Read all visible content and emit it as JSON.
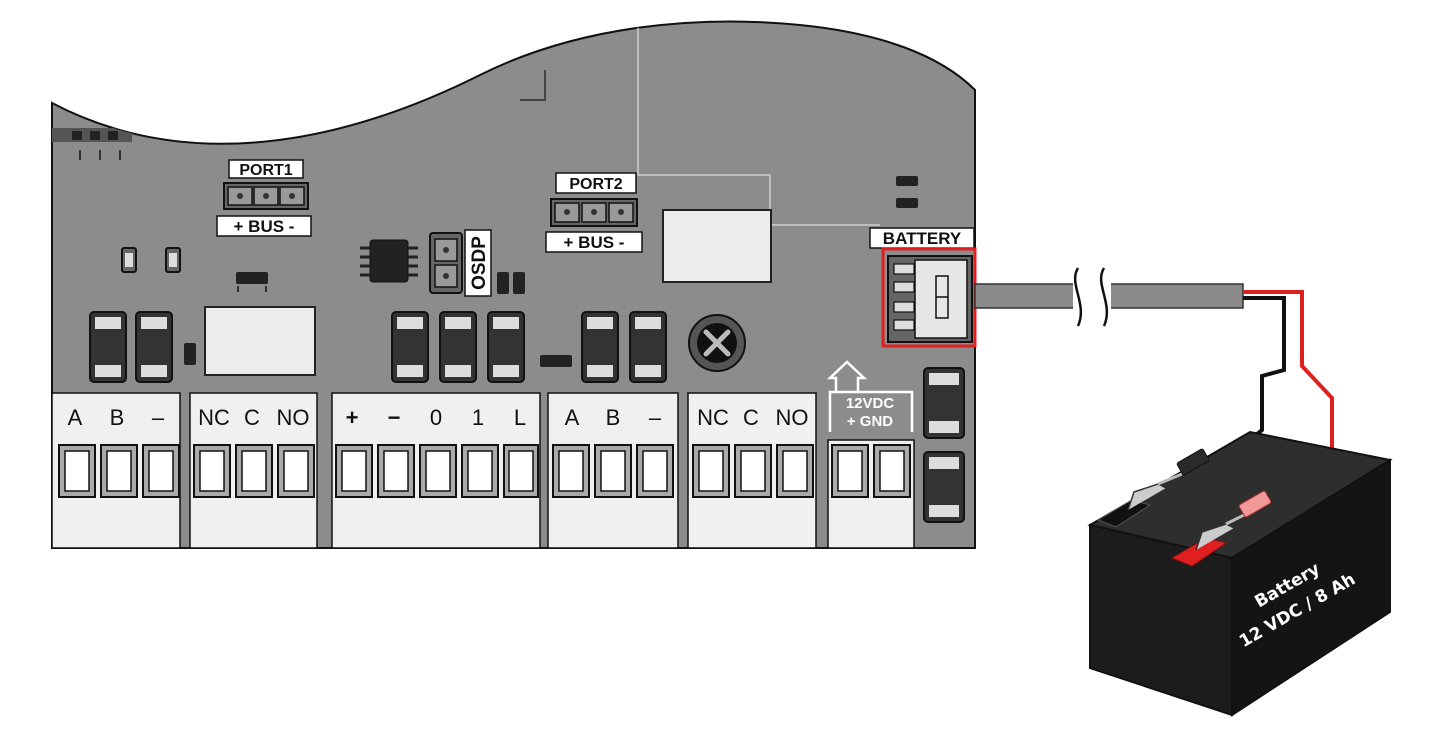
{
  "labels": {
    "port1": "PORT1",
    "port2": "PORT2",
    "bus1": "+ BUS -",
    "bus2": "+ BUS -",
    "osdp": "OSDP",
    "battery_header": "BATTERY",
    "vdc_line1": "12VDC",
    "vdc_line2": "+   GND"
  },
  "terminal_groups": [
    {
      "terminals": [
        "A",
        "B",
        "–"
      ]
    },
    {
      "terminals": [
        "NC",
        "C",
        "NO"
      ]
    },
    {
      "terminals": [
        "+",
        "−",
        "0",
        "1",
        "L"
      ]
    },
    {
      "terminals": [
        "A",
        "B",
        "–"
      ]
    },
    {
      "terminals": [
        "NC",
        "C",
        "NO"
      ]
    }
  ],
  "battery": {
    "name": "Battery",
    "spec": "12 VDC / 8 Ah"
  },
  "colors": {
    "board": "#8c8c8c",
    "highlight": "#e02020",
    "wire_red": "#e02020",
    "wire_black": "#111111",
    "battery_body": "#1a1a1a"
  }
}
